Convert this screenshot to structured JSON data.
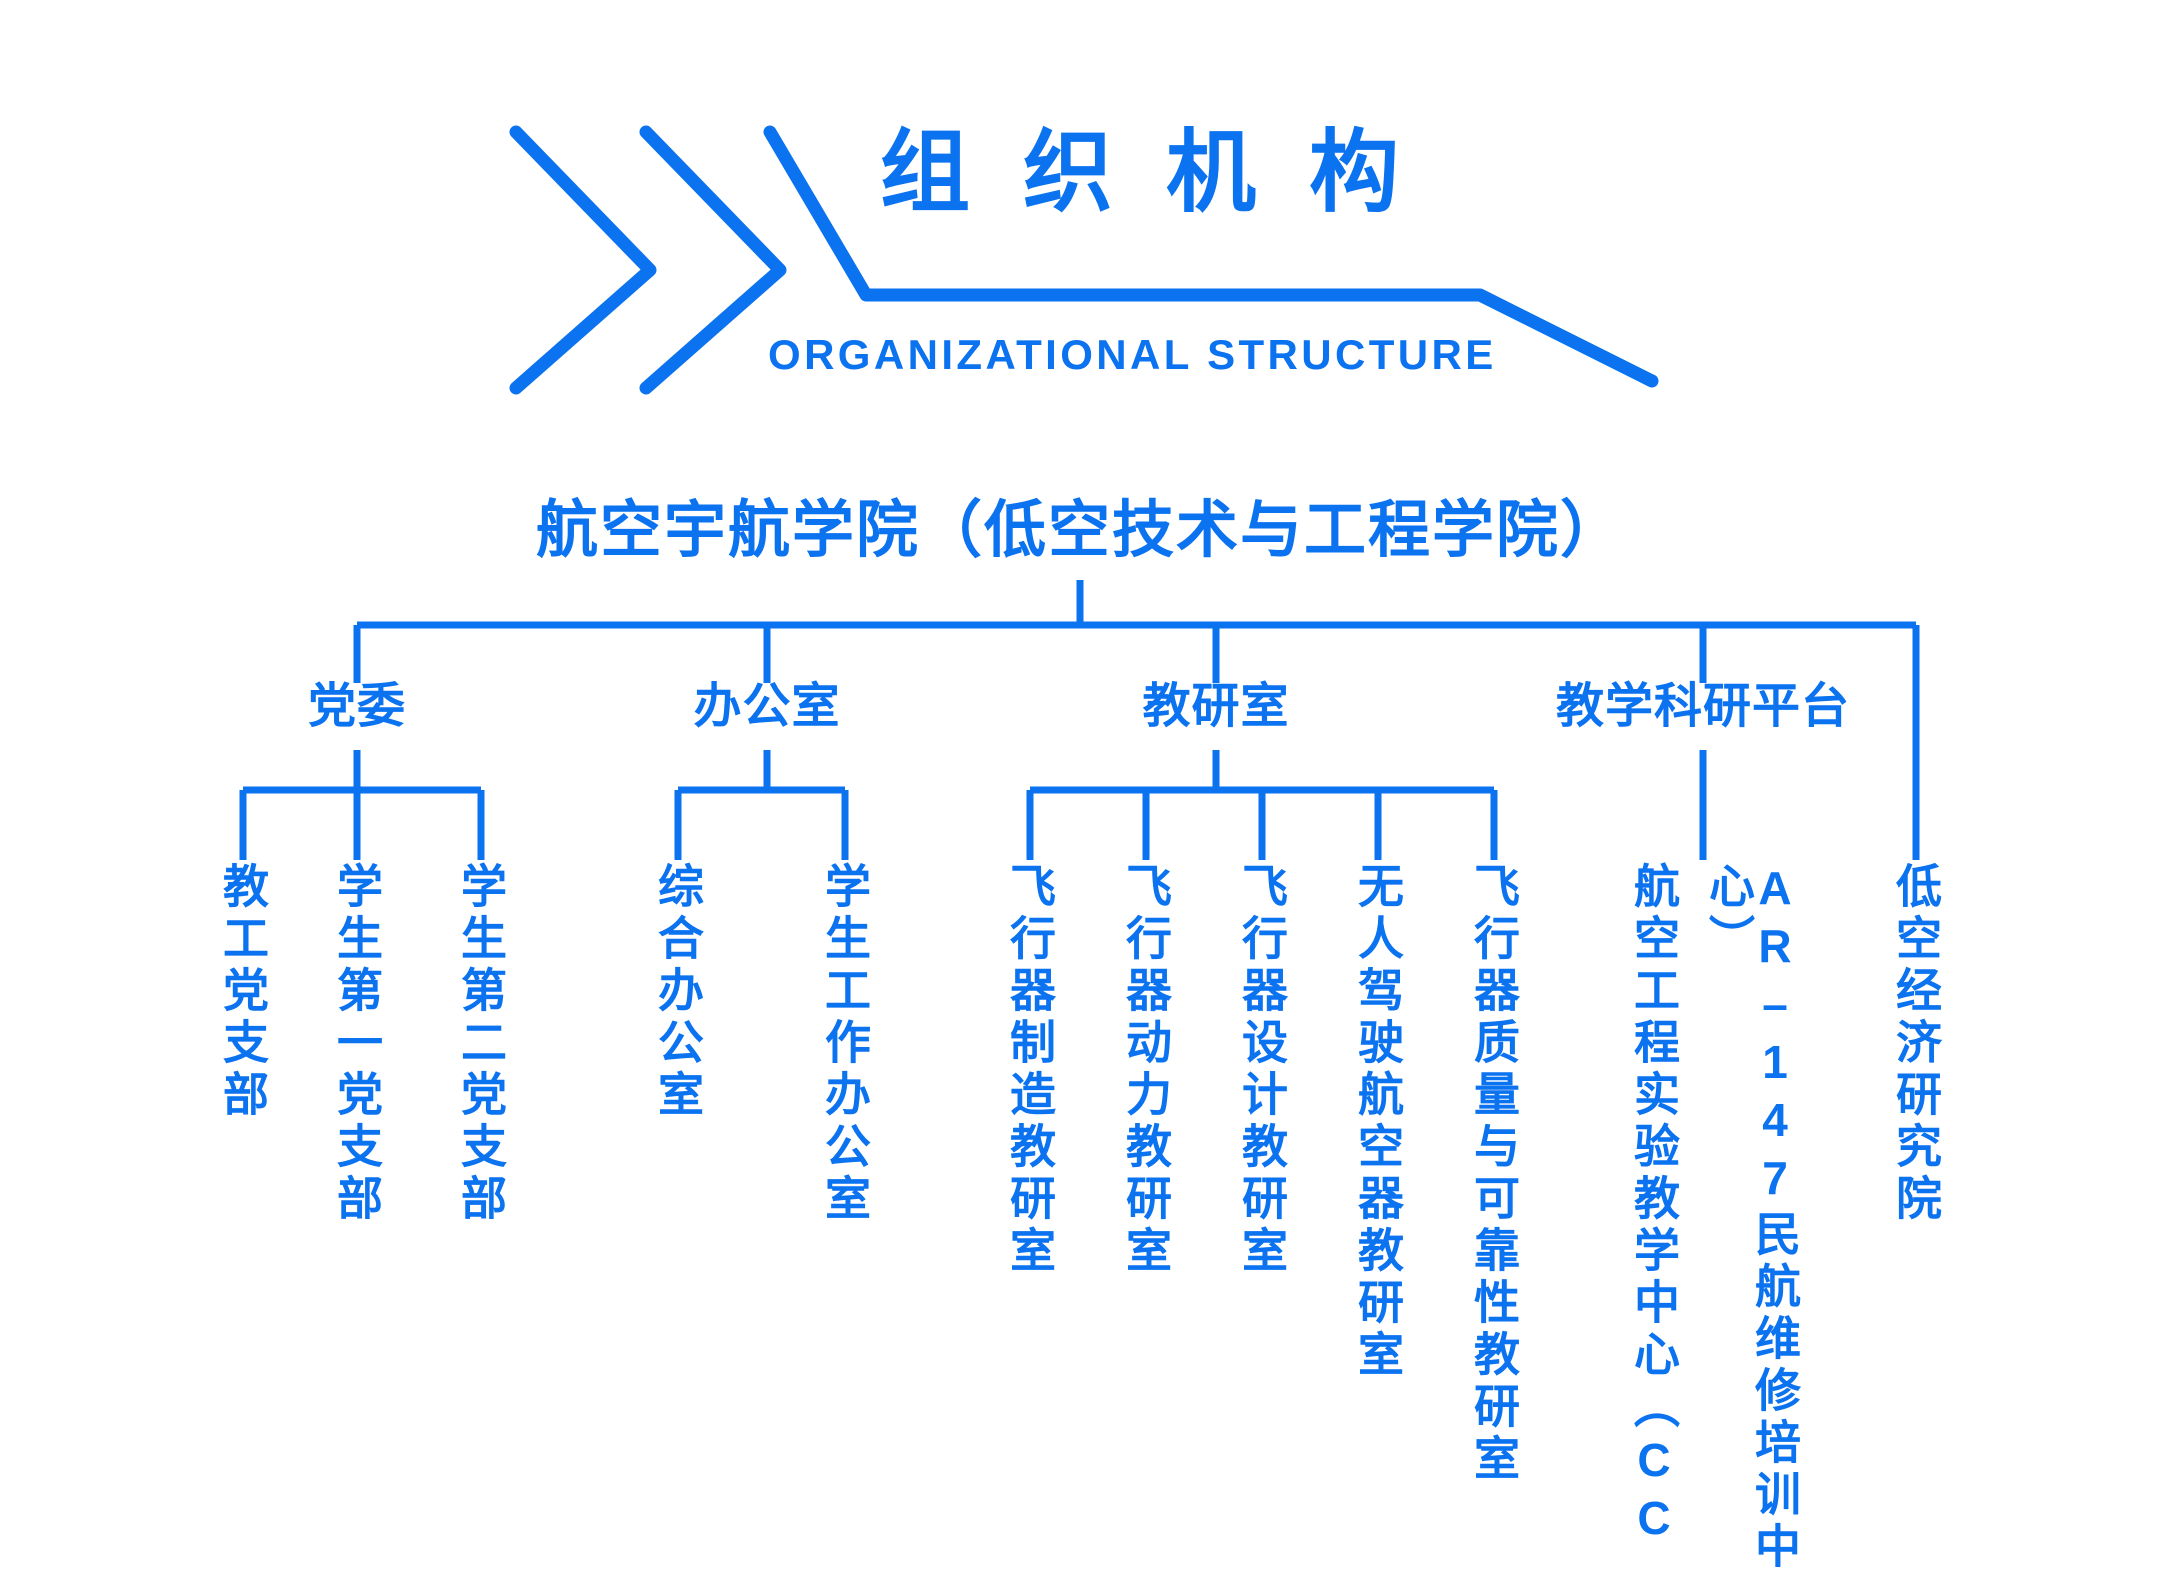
{
  "header": {
    "title_cn": "组 织 机 构",
    "title_en": "ORGANIZATIONAL STRUCTURE",
    "accent_color": "#0b72f0",
    "background_color": "#ffffff",
    "chevron_icon": "double-chevron-right-icon"
  },
  "chart_data": {
    "type": "diagram",
    "diagram_type": "organizational-chart",
    "title": "组 织 机 构",
    "subtitle": "ORGANIZATIONAL STRUCTURE",
    "orientation": "top-down",
    "accent_color": "#0b72f0",
    "root": "航空宇航学院（低空技术与工程学院）",
    "branches": [
      {
        "name": "党委",
        "children": [
          "教工党支部",
          "学生第一党支部",
          "学生第二党支部"
        ]
      },
      {
        "name": "办公室",
        "children": [
          "综合办公室",
          "学生工作办公室"
        ]
      },
      {
        "name": "教研室",
        "children": [
          "飞行器制造教研室",
          "飞行器动力教研室",
          "飞行器设计教研室",
          "无人驾驶航空器教研室",
          "飞行器质量与可靠性教研室"
        ]
      },
      {
        "name": "教学科研平台",
        "children": [
          "航空工程实验教学中心（CC AR–147民航维修培训中心）",
          "低空经济研究院"
        ]
      }
    ]
  },
  "tree": {
    "root": {
      "label": "航空宇航学院（低空技术与工程学院）"
    },
    "level2": [
      {
        "label": "党委"
      },
      {
        "label": "办公室"
      },
      {
        "label": "教研室"
      },
      {
        "label": "教学科研平台"
      }
    ],
    "leaves": [
      {
        "label": "教工党支部"
      },
      {
        "label": "学生第一党支部"
      },
      {
        "label": "学生第二党支部"
      },
      {
        "label": "综合办公室"
      },
      {
        "label": "学生工作办公室"
      },
      {
        "label": "飞行器制造教研室"
      },
      {
        "label": "飞行器动力教研室"
      },
      {
        "label": "飞行器设计教研室"
      },
      {
        "label": "无人驾驶航空器教研室"
      },
      {
        "label": "飞行器质量与可靠性教研室"
      },
      {
        "label": "航空工程实验教学中心（CC"
      },
      {
        "label": "AR–147民航维修培训中心）"
      },
      {
        "label": "低空经济研究院"
      }
    ]
  }
}
